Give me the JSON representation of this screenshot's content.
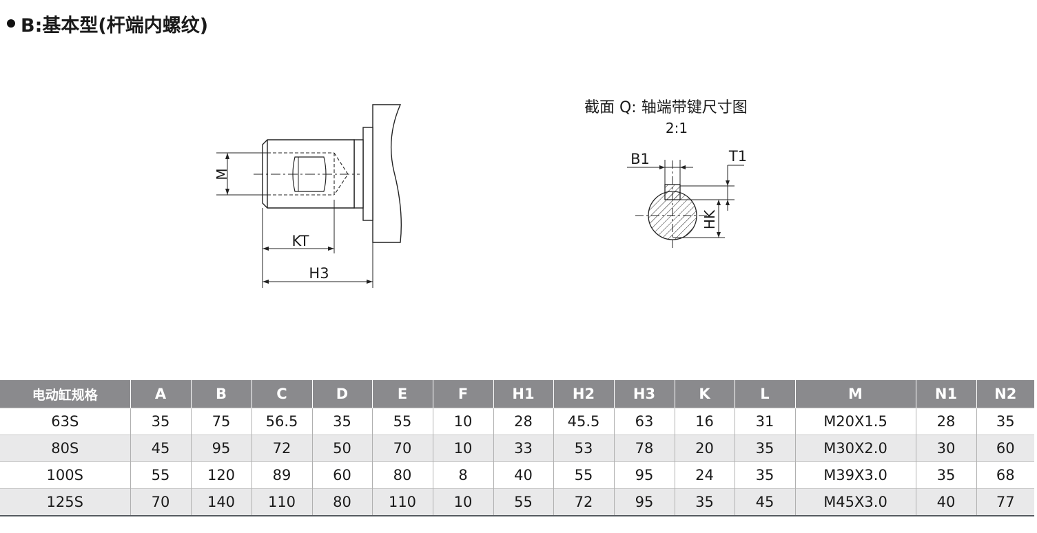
{
  "title": "B:基本型(杆端内螺纹)",
  "drawing_left": {
    "labels": {
      "M": "M",
      "KT": "KT",
      "H3": "H3"
    }
  },
  "drawing_right": {
    "section_title": "截面 Q: 轴端带键尺寸图",
    "scale": "2:1",
    "labels": {
      "B1": "B1",
      "T1": "T1",
      "HK": "HK"
    }
  },
  "table": {
    "headers": [
      "电动缸规格",
      "A",
      "B",
      "C",
      "D",
      "E",
      "F",
      "H1",
      "H2",
      "H3",
      "K",
      "L",
      "M",
      "N1",
      "N2"
    ],
    "rows": [
      [
        "63S",
        "35",
        "75",
        "56.5",
        "35",
        "55",
        "10",
        "28",
        "45.5",
        "63",
        "16",
        "31",
        "M20X1.5",
        "28",
        "35"
      ],
      [
        "80S",
        "45",
        "95",
        "72",
        "50",
        "70",
        "10",
        "33",
        "53",
        "78",
        "20",
        "35",
        "M30X2.0",
        "30",
        "60"
      ],
      [
        "100S",
        "55",
        "120",
        "89",
        "60",
        "80",
        "8",
        "40",
        "55",
        "95",
        "24",
        "35",
        "M39X3.0",
        "35",
        "68"
      ],
      [
        "125S",
        "70",
        "140",
        "110",
        "80",
        "110",
        "10",
        "55",
        "72",
        "95",
        "35",
        "45",
        "M45X3.0",
        "40",
        "77"
      ]
    ]
  }
}
